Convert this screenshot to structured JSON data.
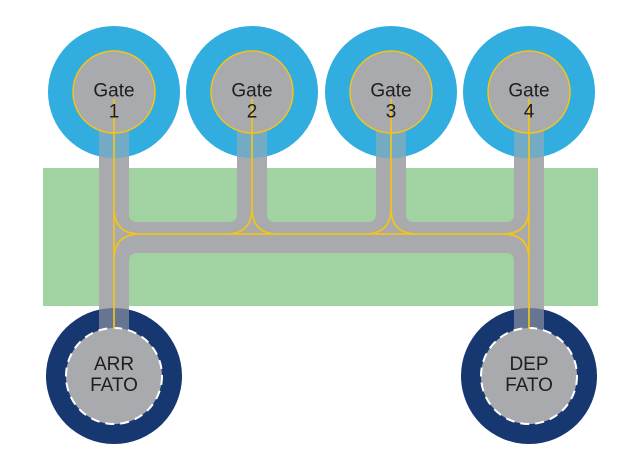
{
  "colors": {
    "gate_blue": "#32ADE0",
    "fato_navy": "#16376F",
    "pavement_gray": "#A9AAAD",
    "safety_green": "#A1D3A2",
    "line_yellow": "#F2C31B",
    "marking_white": "#FFFFFF",
    "label_text": "#1E1E1E"
  },
  "gates": [
    {
      "line1": "Gate",
      "line2": "1"
    },
    {
      "line1": "Gate",
      "line2": "2"
    },
    {
      "line1": "Gate",
      "line2": "3"
    },
    {
      "line1": "Gate",
      "line2": "4"
    }
  ],
  "fatos": [
    {
      "line1": "ARR",
      "line2": "FATO"
    },
    {
      "line1": "DEP",
      "line2": "FATO"
    }
  ]
}
